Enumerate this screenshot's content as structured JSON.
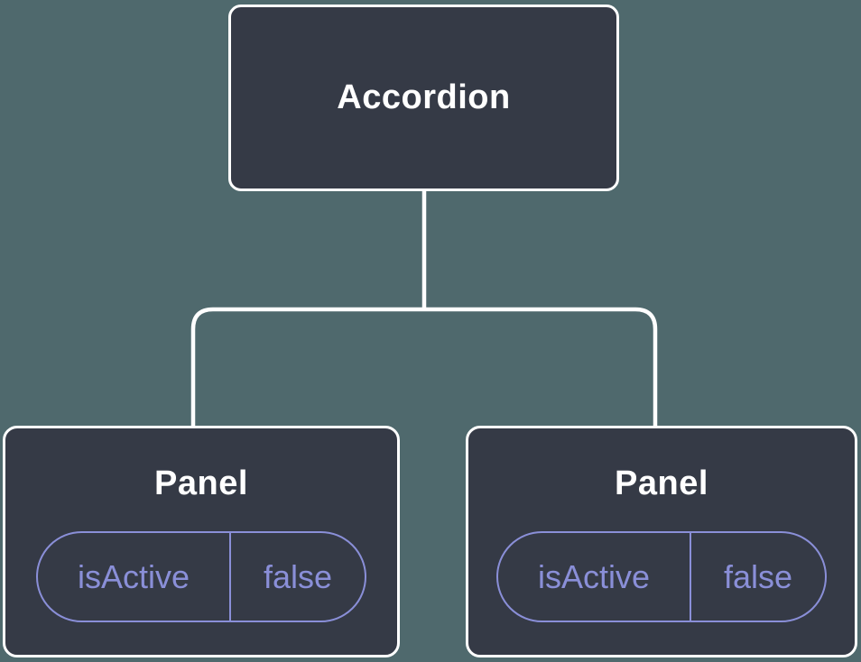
{
  "colors": {
    "background": "#4F696D",
    "node_fill": "#353A46",
    "node_border": "#FFFFFF",
    "connector_line": "#FFFFFF",
    "title_text": "#FFFFFF",
    "state_accent": "#8A8FD8"
  },
  "tree": {
    "root": {
      "label": "Accordion"
    },
    "children": [
      {
        "label": "Panel",
        "state": {
          "name": "isActive",
          "value": "false"
        }
      },
      {
        "label": "Panel",
        "state": {
          "name": "isActive",
          "value": "false"
        }
      }
    ]
  }
}
